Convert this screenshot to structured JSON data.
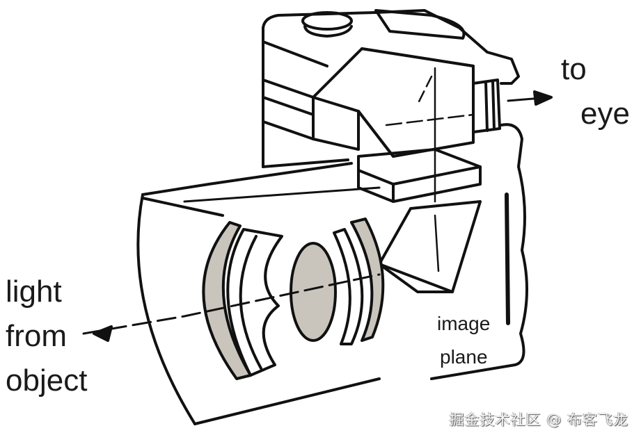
{
  "diagram": {
    "type": "camera-optical-path",
    "subject": "Single-lens reflex camera cross-section showing light path through lens, mirror and pentaprism",
    "labels": {
      "to_eye_line1": "to",
      "to_eye_line2": "eye",
      "light_line1": "light",
      "light_line2": "from",
      "light_line3": "object",
      "image_plane_line1": "image",
      "image_plane_line2": "plane"
    },
    "colors": {
      "line": "#111111",
      "lens_fill": "#c9c5bc",
      "background": "#ffffff"
    }
  },
  "watermark": "掘金技术社区 @ 布客飞龙"
}
